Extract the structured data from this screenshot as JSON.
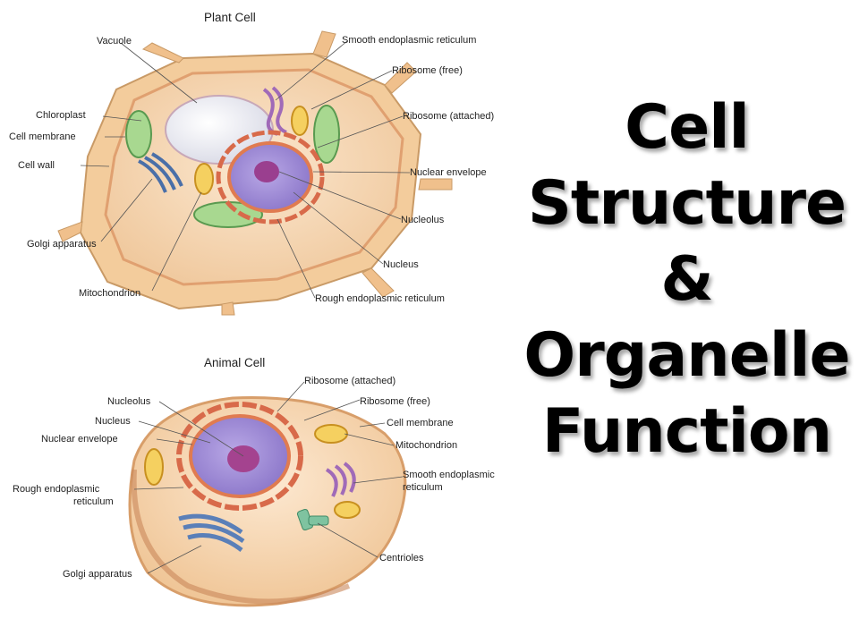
{
  "plant_cell": {
    "title": "Plant Cell",
    "labels": {
      "vacuole": "Vacuole",
      "chloroplast": "Chloroplast",
      "cell_membrane": "Cell membrane",
      "cell_wall": "Cell wall",
      "golgi": "Golgi apparatus",
      "mitochondrion": "Mitochondrion",
      "smooth_er": "Smooth endoplasmic reticulum",
      "ribosome_free": "Ribosome (free)",
      "ribosome_attached": "Ribosome (attached)",
      "nuclear_envelope": "Nuclear envelope",
      "nucleolus": "Nucleolus",
      "nucleus": "Nucleus",
      "rough_er": "Rough endoplasmic reticulum"
    }
  },
  "animal_cell": {
    "title": "Animal Cell",
    "labels": {
      "nucleolus": "Nucleolus",
      "nucleus": "Nucleus",
      "nuclear_envelope": "Nuclear envelope",
      "rough_er_line1": "Rough endoplasmic",
      "rough_er_line2": "reticulum",
      "golgi": "Golgi apparatus",
      "ribosome_attached": "Ribosome (attached)",
      "ribosome_free": "Ribosome (free)",
      "cell_membrane": "Cell membrane",
      "mitochondrion": "Mitochondrion",
      "smooth_er_line1": "Smooth endoplasmic",
      "smooth_er_line2": "reticulum",
      "centrioles": "Centrioles"
    }
  },
  "slide_title": {
    "line1": "Cell",
    "line2": "Structure",
    "line3": "&",
    "line4": "Organelle",
    "line5": "Function"
  }
}
